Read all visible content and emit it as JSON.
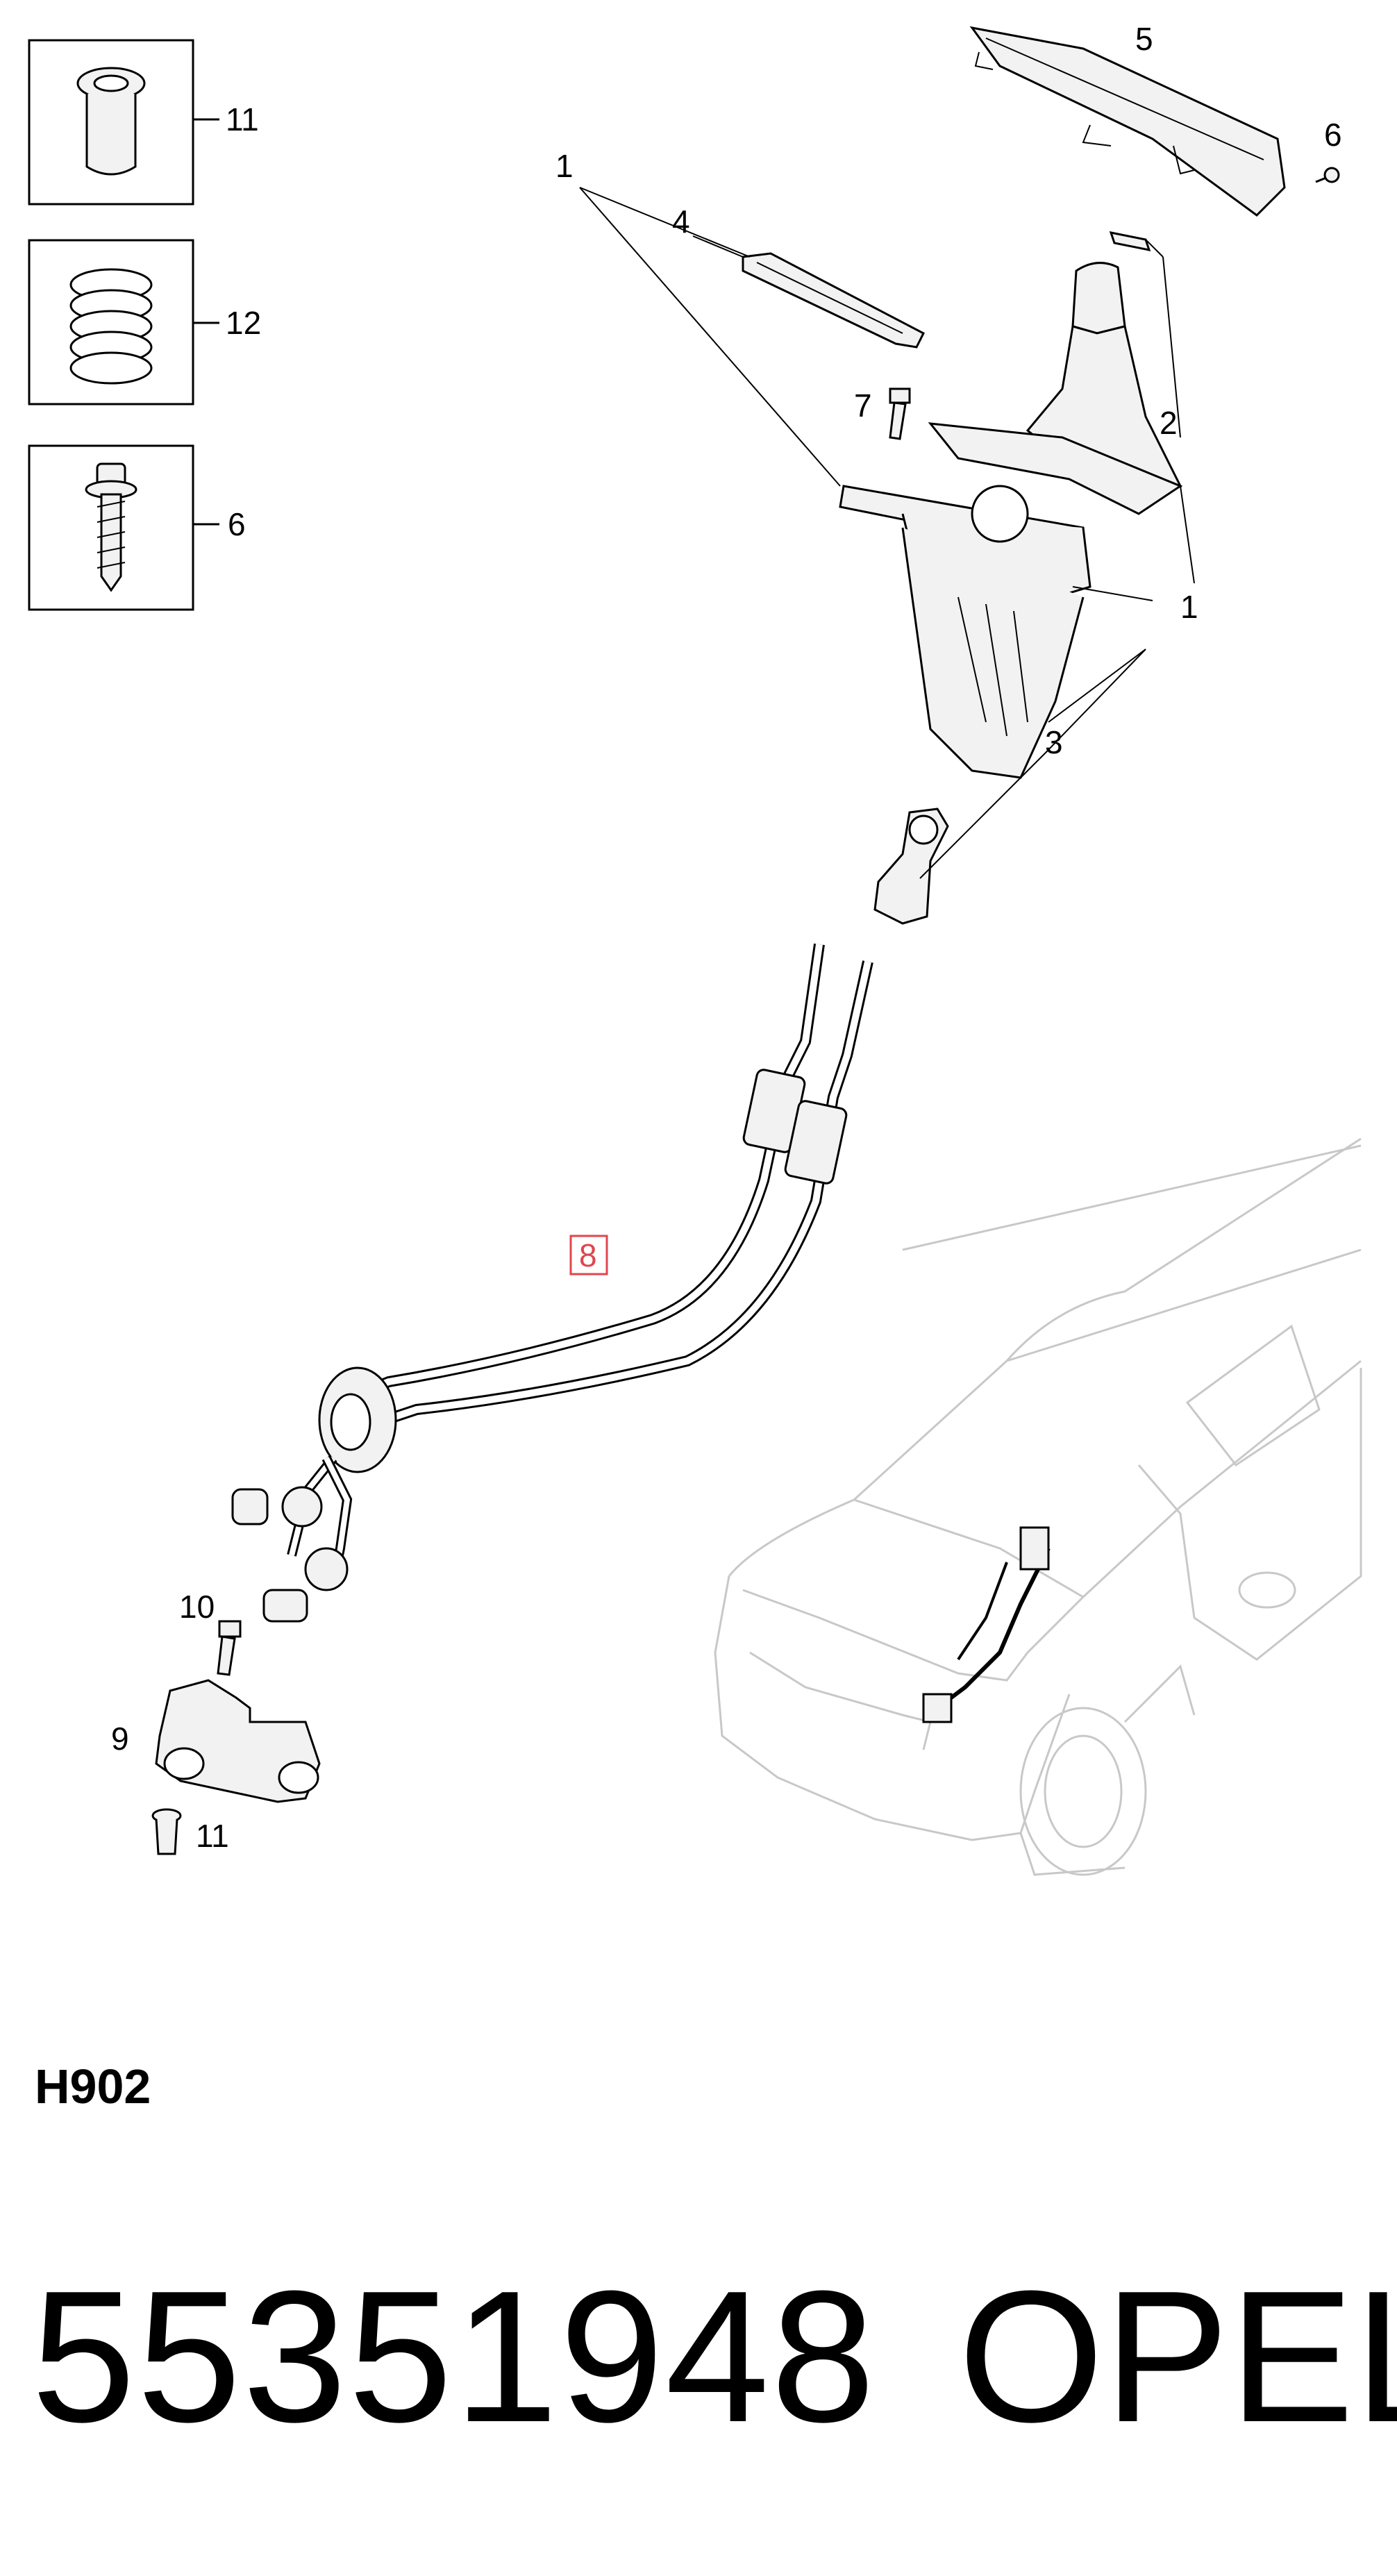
{
  "callouts": {
    "c1_top": "1",
    "c1_right": "1",
    "c2": "2",
    "c3": "3",
    "c4": "4",
    "c5": "5",
    "c6_top": "6",
    "c6_box": "6",
    "c7": "7",
    "c8": "8",
    "c9": "9",
    "c10": "10",
    "c11_box": "11",
    "c11_bottom": "11",
    "c12": "12"
  },
  "highlight_color": "#e0464e",
  "section_code": "H902",
  "part_number": "55351948",
  "brand": "OPEL"
}
